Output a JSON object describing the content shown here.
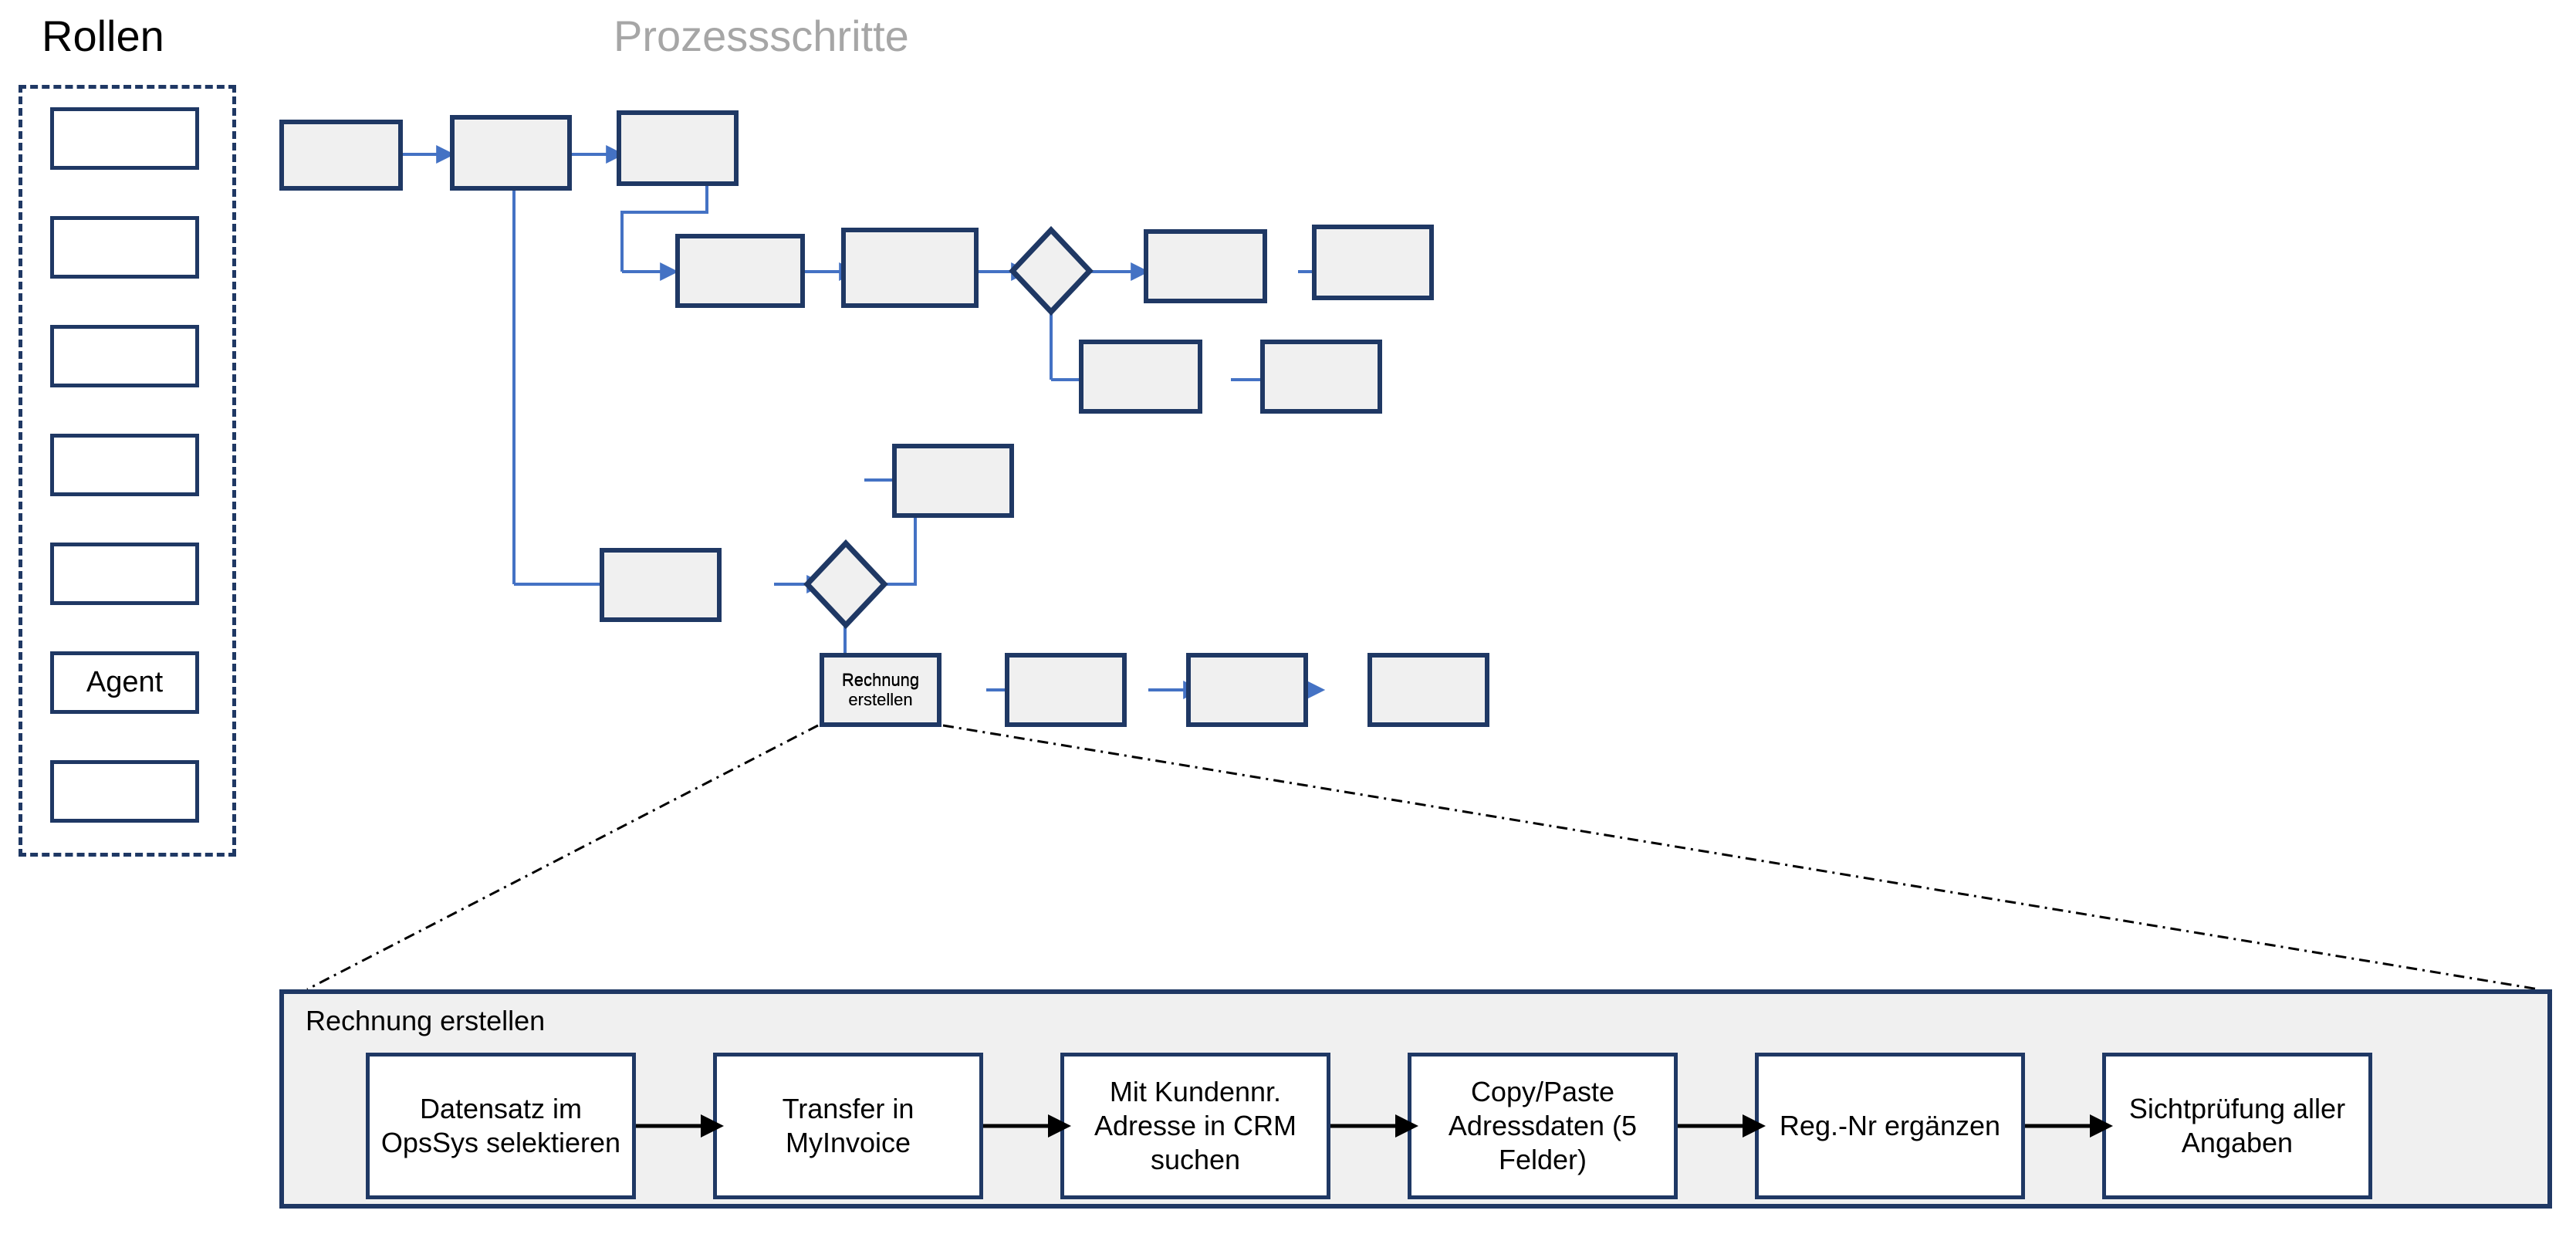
{
  "headings": {
    "roles": "Rollen",
    "process_steps": "Prozessschritte"
  },
  "roles": {
    "container_name": "roles-swimlane-group",
    "items": [
      {
        "label": ""
      },
      {
        "label": ""
      },
      {
        "label": ""
      },
      {
        "label": ""
      },
      {
        "label": ""
      },
      {
        "label": "Agent"
      },
      {
        "label": ""
      }
    ]
  },
  "process_flow": {
    "nodes": [
      {
        "id": "n1",
        "label": "",
        "shape": "rect"
      },
      {
        "id": "n2",
        "label": "",
        "shape": "rect"
      },
      {
        "id": "n3",
        "label": "",
        "shape": "rect"
      },
      {
        "id": "n4",
        "label": "",
        "shape": "rect"
      },
      {
        "id": "n5",
        "label": "",
        "shape": "rect"
      },
      {
        "id": "d1",
        "label": "",
        "shape": "diamond"
      },
      {
        "id": "n6",
        "label": "",
        "shape": "rect"
      },
      {
        "id": "n7",
        "label": "",
        "shape": "rect"
      },
      {
        "id": "n8",
        "label": "",
        "shape": "rect"
      },
      {
        "id": "n9",
        "label": "",
        "shape": "rect"
      },
      {
        "id": "n10",
        "label": "",
        "shape": "rect"
      },
      {
        "id": "n11",
        "label": "",
        "shape": "rect"
      },
      {
        "id": "d2",
        "label": "",
        "shape": "diamond"
      },
      {
        "id": "n12",
        "label": "Rechnung erstellen",
        "shape": "rect"
      },
      {
        "id": "n13",
        "label": "",
        "shape": "rect"
      },
      {
        "id": "n14",
        "label": "",
        "shape": "rect"
      },
      {
        "id": "n15",
        "label": "",
        "shape": "rect"
      }
    ]
  },
  "detail_panel": {
    "title": "Rechnung erstellen",
    "steps": [
      {
        "label": "Datensatz im OpsSys selektieren"
      },
      {
        "label": "Transfer in MyInvoice"
      },
      {
        "label": "Mit Kundennr. Adresse in CRM suchen"
      },
      {
        "label": "Copy/Paste Adressdaten (5 Felder)"
      },
      {
        "label": "Reg.-Nr ergänzen"
      },
      {
        "label": "Sichtprüfung aller Angaben"
      }
    ]
  },
  "colors": {
    "shape_border": "#1f3864",
    "shape_fill": "#f0f0f0",
    "connector_blue": "#4472c4",
    "heading_grey": "#a6a6a6",
    "callout_black": "#000000"
  }
}
